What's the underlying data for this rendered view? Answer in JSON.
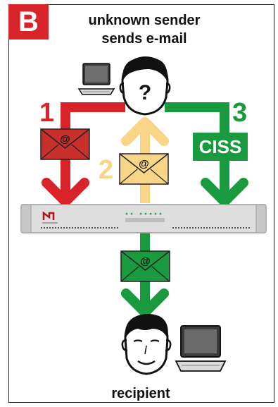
{
  "badge": "B",
  "header": {
    "line1": "unknown sender",
    "line2": "sends e-mail"
  },
  "sender_icon": "?",
  "paths": [
    {
      "number": "1",
      "color": "#d8232a"
    },
    {
      "number": "2",
      "color": "#f8d587"
    },
    {
      "number": "3",
      "color": "#1a9a3f",
      "label": "CISS"
    }
  ],
  "caption": "recipient"
}
